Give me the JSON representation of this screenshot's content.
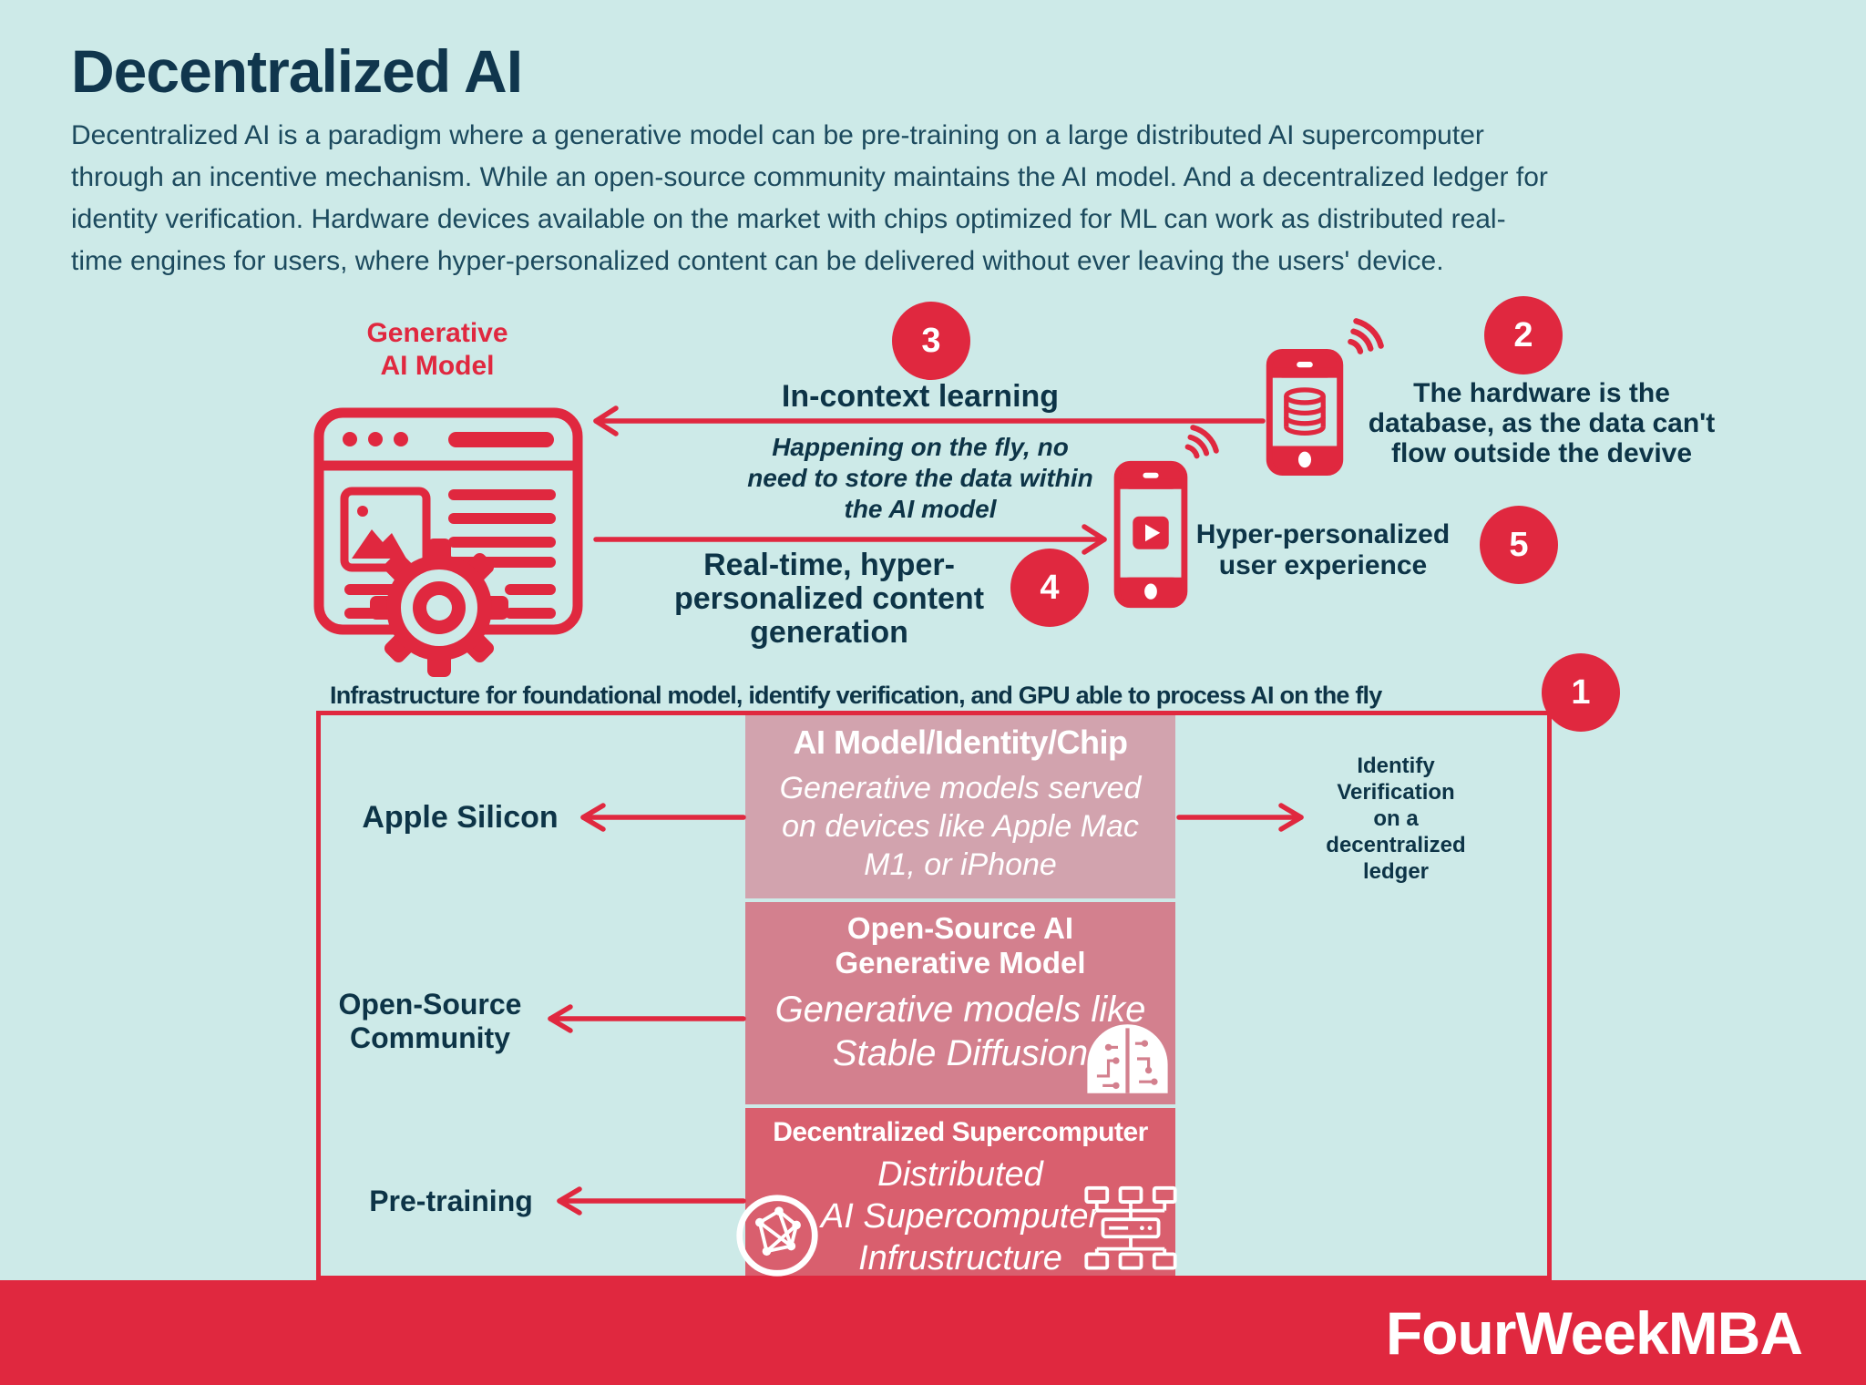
{
  "colors": {
    "bg": "#cdeae8",
    "red": "#e0283f",
    "dark": "#0d3447",
    "body": "#1c4a5e",
    "pink1": "#d2a3ae",
    "pink2": "#d3808e",
    "pink3": "#d95f6e"
  },
  "header": {
    "title": "Decentralized AI",
    "intro": "Decentralized AI is a paradigm where a generative model can be pre-training on a large distributed AI supercomputer\nthrough an incentive mechanism. While an open-source community maintains the AI model. And a decentralized ledger for\nidentity verification. Hardware devices available on the market with chips optimized for ML can work as distributed real-\ntime engines for users, where hyper-personalized content can be delivered without ever leaving the users' device."
  },
  "flow": {
    "model_label": "Generative\nAI Model",
    "step3": {
      "number": "3",
      "title": "In-context learning",
      "subtitle": "Happening on the fly, no\nneed to store the data within\nthe AI model"
    },
    "step2": {
      "number": "2",
      "text": "The hardware is the\ndatabase, as the data can't\nflow outside the devive"
    },
    "step4": {
      "number": "4",
      "text": "Real-time, hyper-\npersonalized content\ngeneration"
    },
    "step5": {
      "number": "5",
      "text": "Hyper-personalized\nuser experience"
    },
    "step1": {
      "number": "1"
    }
  },
  "infrastructure": {
    "heading": "Infrastructure for foundational model, identify verification, and GPU able to process AI on the fly",
    "left_labels": [
      {
        "label": "Apple Silicon"
      },
      {
        "label": "Open-Source\nCommunity"
      },
      {
        "label": "Pre-training"
      }
    ],
    "right_label": "Identify\nVerification\non a\ndecentralized\nledger",
    "boxes": [
      {
        "title": "AI Model/Identity/Chip",
        "description": "Generative models served\non devices like Apple Mac\nM1, or iPhone"
      },
      {
        "title": "Open-Source AI\nGenerative Model",
        "description": "Generative models like\nStable Diffusion"
      },
      {
        "title": "Decentralized Supercomputer",
        "description": "Distributed\nAI Supercomputer\nInfrustructure"
      }
    ]
  },
  "footer": {
    "brand": "FourWeekMBA"
  }
}
